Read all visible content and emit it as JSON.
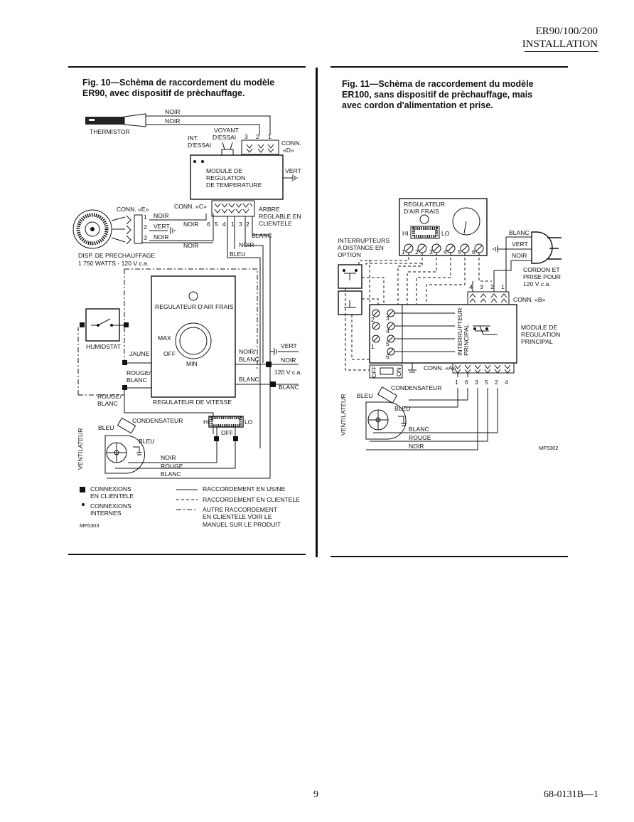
{
  "header": {
    "model": "ER90/100/200",
    "section": "INSTALLATION"
  },
  "footer": {
    "page_number": "9",
    "doc_number": "68-0131B—1"
  },
  "fig10": {
    "title_line1": "Fig. 10—Schèma de raccordement du modèle",
    "title_line2": "ER90, avec dispositif de prèchauffage.",
    "labels": {
      "noir": "NOIR",
      "thermistor": "THERMISTOR",
      "voyant1": "VOYANT",
      "voyant2": "D'ESSAI",
      "int1": "INT.",
      "int2": "D'ESSAI",
      "conn": "CONN.",
      "conn_d": "«D»",
      "module1": "MODULE DE",
      "module2": "REGULATION",
      "module3": "DE TEMPERATURE",
      "vert": "VERT",
      "conn_c": "CONN. «C»",
      "conn_e": "CONN. «E»",
      "arbre1": "ARBRE",
      "arbre2": "REGLABLE EN",
      "arbre3": "CLIENTELE",
      "blanc": "BLANC",
      "bleu": "BLEU",
      "disp1": "DISP. DE PRECHAUFFAGE",
      "disp2": "1 750 WATTS - 120 V c.a.",
      "reg_air": "REGULATEUR D'AIR FRAIS",
      "humidstat": "HUMIDSTAT",
      "max": "MAX",
      "off": "OFF",
      "min": "MIN",
      "jaune": "JAUNE",
      "rouge_blanc1": "ROUGE/",
      "rouge_blanc2": "BLANC",
      "noir_blanc1": "NOIR/",
      "noir_blanc2": "BLANC",
      "v120": "120 V c.a.",
      "reg_vit": "REGULATEUR DE VITESSE",
      "condensateur": "CONDENSATEUR",
      "ventilateur": "VENTILATEUR",
      "hi": "HI",
      "lo": "LO",
      "rouge": "ROUGE",
      "pins_c": [
        "6",
        "5",
        "4",
        "1",
        "3",
        "2"
      ],
      "pins_d": [
        "3",
        "2",
        "1"
      ],
      "pins_e": [
        "1",
        "2",
        "3"
      ],
      "code": "MF5303"
    },
    "legend": {
      "conn_client1": "CONNEXIONS",
      "conn_client2": "EN CLIENTELE",
      "conn_int1": "CONNEXIONS",
      "conn_int2": "INTERNES",
      "usine": "RACCORDEMENT EN USINE",
      "clientele": "RACCORDEMENT EN CLIENTELE",
      "autre1": "AUTRE RACCORDEMENT",
      "autre2": "EN CLIENTELE VOIR LE",
      "autre3": "MANUEL SUR LE PRODUIT"
    }
  },
  "fig11": {
    "title_line1": "Fig. 11—Schèma de raccordement du modèle",
    "title_line2": "ER100, sans dispositif de prèchauffage, mais",
    "title_line3": "avec cordon d'alimentation et prise.",
    "labels": {
      "reg1": "REGULATEUR",
      "reg2": "D'AIR FRAIS",
      "hi": "HI",
      "lo": "LO",
      "inter1": "INTERRUPTEURS",
      "inter2": "A DISTANCE EN",
      "inter3": "OPTION",
      "blanc": "BLANC",
      "vert": "VERT",
      "noir": "NOIR",
      "cordon1": "CORDON ET",
      "cordon2": "PRISE POUR",
      "cordon3": "120 V c.a.",
      "conn_b": "CONN. «B»",
      "conn_a": "CONN. «A»",
      "interp1": "INTERRUPTEUR",
      "interp2": "PRINCIPAL",
      "module1": "MODULE DE",
      "module2": "REGULATION",
      "module3": "PRINCIPAL",
      "off": "OFF",
      "on": "ON",
      "condensateur": "CONDENSATEUR",
      "bleu": "BLEU",
      "ventilateur": "VENTILATEUR",
      "rouge": "ROUGE",
      "pins_top": [
        "1",
        "2",
        "3",
        "4",
        "5",
        "6"
      ],
      "pins_b": [
        "4",
        "3",
        "2",
        "1"
      ],
      "pins_a": [
        "1",
        "6",
        "3",
        "5",
        "2",
        "4"
      ],
      "pins_l": [
        "2",
        "1",
        "3",
        "4",
        "5",
        "6"
      ],
      "code": "MF5302"
    }
  }
}
